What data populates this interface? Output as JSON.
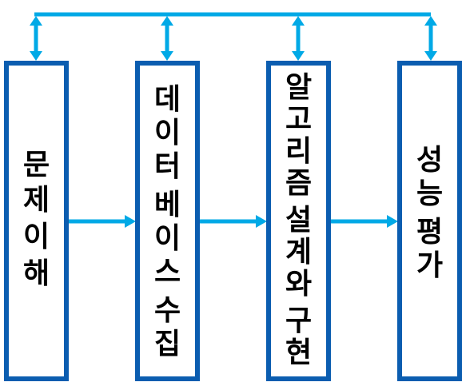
{
  "diagram": {
    "colors": {
      "box_border": "#0b5db0",
      "arrow": "#00a9e6",
      "text": "#000000",
      "background": "#ffffff"
    },
    "boxes": [
      {
        "id": "problem-understanding",
        "lines": [
          "문",
          "제",
          "이",
          "해"
        ]
      },
      {
        "id": "data-collection",
        "lines": [
          "데",
          "이",
          "터",
          "베",
          "이",
          "스",
          "수",
          "집"
        ]
      },
      {
        "id": "algorithm-design",
        "lines": [
          "알",
          "고",
          "리",
          "즘",
          "설",
          "계",
          "와",
          "구",
          "현"
        ]
      },
      {
        "id": "performance-evaluation",
        "lines": [
          "성",
          "능",
          "평",
          "가"
        ]
      }
    ],
    "flow": "left-to-right",
    "feedback_bus": "top"
  }
}
